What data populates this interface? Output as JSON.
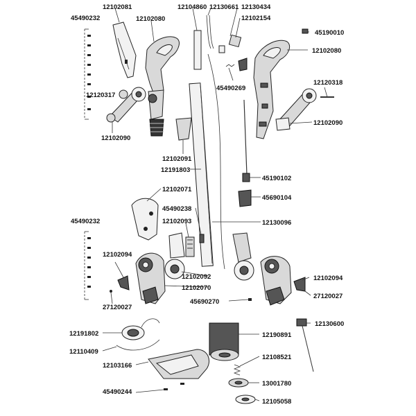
{
  "labels": {
    "p12102081": "12102081",
    "p12102080a": "12102080",
    "p12104860": "12104860",
    "p12130661": "12130661",
    "p12130434": "12130434",
    "p12102154": "12102154",
    "p45490232a": "45490232",
    "p45190010": "45190010",
    "p12102080b": "12102080",
    "p45490269": "45490269",
    "p12120317": "12120317",
    "p12120318": "12120318",
    "p12102090a": "12102090",
    "p12102090b": "12102090",
    "p12102091": "12102091",
    "p12191803": "12191803",
    "p45190102": "45190102",
    "p12102071": "12102071",
    "p45690104": "45690104",
    "p45490238": "45490238",
    "p45490232b": "45490232",
    "p12102093": "12102093",
    "p12130096": "12130096",
    "p12102094a": "12102094",
    "p12102092": "12102092",
    "p12102094b": "12102094",
    "p12102070": "12102070",
    "p27120027a": "27120027",
    "p45690270": "45690270",
    "p27120027b": "27120027",
    "p12130600": "12130600",
    "p12191802": "12191802",
    "p12190891": "12190891",
    "p12110409": "12110409",
    "p12108521": "12108521",
    "p12103166": "12103166",
    "p13001780": "13001780",
    "p45490244": "45490244",
    "p12105058": "12105058"
  }
}
